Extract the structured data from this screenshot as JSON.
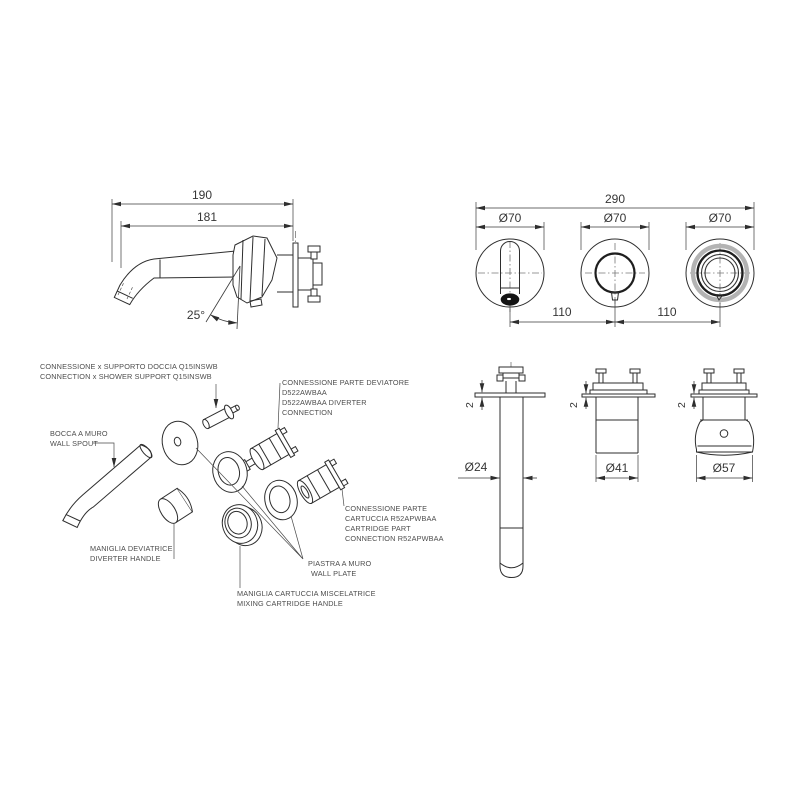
{
  "drawing": {
    "kind": "wall-mounted basin mixer technical drawing",
    "colors": {
      "line": "#2e2e2e",
      "label_text": "#4d4d4d",
      "dim_text": "#363636",
      "gray_ring": "#b3b3b3",
      "spout_opening": "#141414"
    },
    "spout_side_view": {
      "dim_total": "190",
      "dim_spout": "181",
      "angle": "25°"
    },
    "front_view": {
      "dim_total": "290",
      "plate_diameters": [
        "Ø70",
        "Ø70",
        "Ø70"
      ],
      "spacings": [
        "110",
        "110"
      ]
    },
    "side_views": {
      "spout": {
        "plate_thickness": "2",
        "diameter": "Ø24"
      },
      "diverter_handle": {
        "plate_thickness": "2",
        "diameter": "Ø41"
      },
      "mixing_handle": {
        "plate_thickness": "2",
        "diameter": "Ø57"
      }
    },
    "exploded_view": {
      "labels": {
        "shower_connection": {
          "line1": "CONNESSIONE x SUPPORTO DOCCIA Q15INSWB",
          "line2": "CONNECTION x SHOWER SUPPORT Q15INSWB"
        },
        "diverter_connection": {
          "line1": "CONNESSIONE PARTE DEVIATORE",
          "line2": "D522AWBAA",
          "line3": "D522AWBAA DIVERTER",
          "line4": "CONNECTION"
        },
        "wall_spout": {
          "line1": "BOCCA A MURO",
          "line2": "WALL SPOUT"
        },
        "diverter_handle": {
          "line1": "MANIGLIA DEVIATRICE",
          "line2": "DIVERTER HANDLE"
        },
        "cartridge_connection": {
          "line1": "CONNESSIONE PARTE",
          "line2": "CARTUCCIA R52APWBAA",
          "line3": "CARTRIDGE PART",
          "line4": "CONNECTION R52APWBAA"
        },
        "wall_plate": {
          "line1": "PIASTRA A MURO",
          "line2": "WALL PLATE"
        },
        "mixing_handle": {
          "line1": "MANIGLIA CARTUCCIA MISCELATRICE",
          "line2": "MIXING CARTRIDGE HANDLE"
        }
      }
    }
  }
}
